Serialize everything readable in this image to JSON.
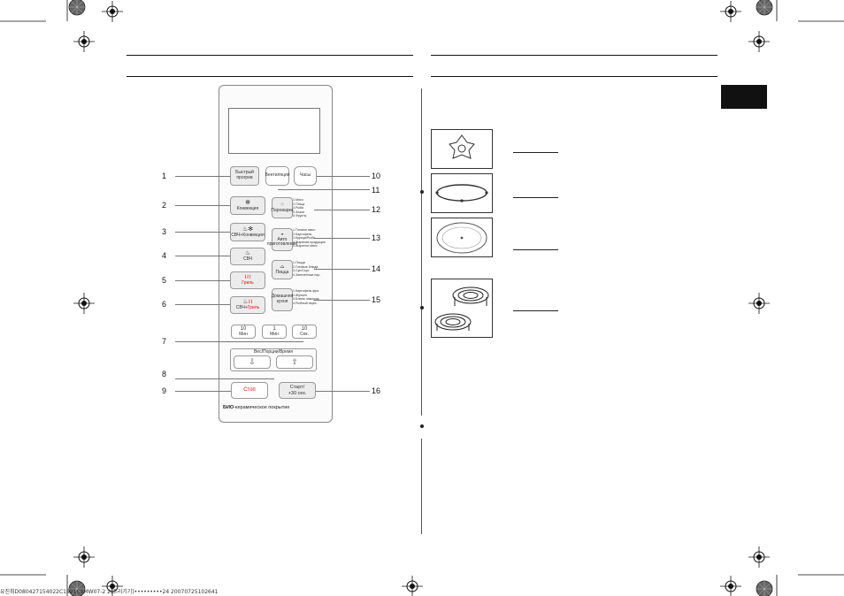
{
  "panel": {
    "quick_defrost": "Быстрый прогрев",
    "ventilation": "Вентиляция",
    "clock": "Часы",
    "convection": "Конвекция",
    "mw_convection": "СВЧ+Конвекция",
    "mw": "СВЧ",
    "grill": "Гриль",
    "mw_grill_mw": "СВЧ+",
    "mw_grill_grill": "Гриль",
    "steam": "Пароварка",
    "auto_cook": "Авто приготовление",
    "pizza": "Пицца",
    "homemade": "Домашняя кухня",
    "min10": "10",
    "min10_unit": "Мин",
    "min1": "1",
    "min1_unit": "Мин",
    "sec10": "10",
    "sec10_unit": "Сек.",
    "weight_label": "Вес/Порции/Время",
    "stop": "Стоп",
    "start_line1": "Старт/",
    "start_line2": "+30 сек.",
    "bio_bold": "БИО",
    "bio_rest": "-керамическое покрытие",
    "list_steam": [
      "1.Мясо",
      "2.Птица",
      "3.Рыба",
      "4.Злаки",
      "5.Фрукты"
    ],
    "list_auto": [
      "1.Готовое мясо",
      "2.Картофель",
      "3.Курица/Рыба",
      "4.Жареная продукция",
      "5.Жареное мясо"
    ],
    "list_pizza": [
      "1.Пицца",
      "2.Готовые блюда",
      "3.Суп/Соус",
      "4.Запеченные пир."
    ],
    "list_home": [
      "1.Картофель фри",
      "2.Жульен",
      "3.Блины заморож.",
      "4.Рыбный пирог"
    ]
  },
  "callouts": [
    "1",
    "2",
    "3",
    "4",
    "5",
    "6",
    "7",
    "8",
    "9",
    "10",
    "11",
    "12",
    "13",
    "14",
    "15",
    "16"
  ],
  "footer": "유진최D080427154022C1821C1MW07-2 2(조리기기)•••••••••24 20070725102641"
}
